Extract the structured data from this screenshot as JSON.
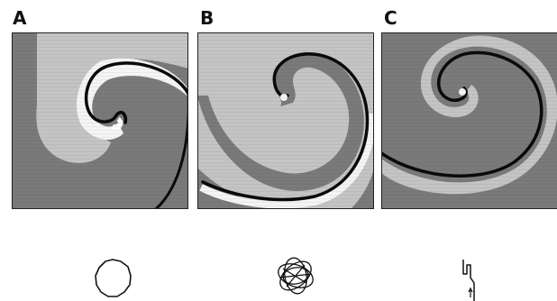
{
  "panels": [
    {
      "label": "A",
      "trajectory": "circle"
    },
    {
      "label": "B",
      "trajectory": "flower"
    },
    {
      "label": "C",
      "trajectory": "linear-drift"
    }
  ],
  "colors": {
    "background": "#ffffff",
    "dark_region": "#7a7a7a",
    "light_region": "#c4c4c4",
    "white_band": "#f4f4f4",
    "front_line": "#0a0a0a",
    "frame": "#222222"
  }
}
